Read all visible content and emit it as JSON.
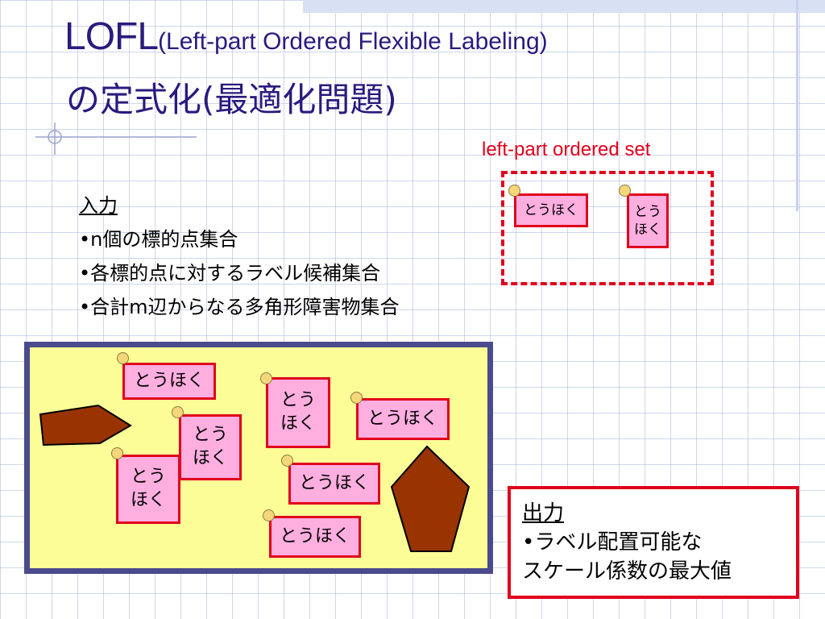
{
  "title": {
    "main": "LOFL",
    "sub": "(Left-part Ordered Flexible Labeling)",
    "line2": "の定式化(最適化問題)"
  },
  "annotation": {
    "caption": "left-part ordered set",
    "caption_color": "#e0001c"
  },
  "legend_labels": {
    "horizontal": "とうほく",
    "vertical_top": "とう",
    "vertical_bottom": "ほく"
  },
  "input": {
    "heading": "入力",
    "items": [
      "•n個の標的点集合",
      "•各標的点に対するラベル候補集合",
      "•合計m辺からなる多角形障害物集合"
    ]
  },
  "map_labels": {
    "horizontal": "とうほく",
    "vertical_top": "とう",
    "vertical_bottom": "ほく"
  },
  "output": {
    "heading": "出力",
    "line1": "•ラベル配置可能な",
    "line2": "スケール係数の最大値"
  },
  "colors": {
    "title": "#2b1a7e",
    "label_fill": "#ffaee0",
    "label_border": "#e0001c",
    "panel_fill": "#fdfd98",
    "panel_border": "#4a4a8c",
    "obstacle": "#993300",
    "point": "#f4d77a"
  }
}
